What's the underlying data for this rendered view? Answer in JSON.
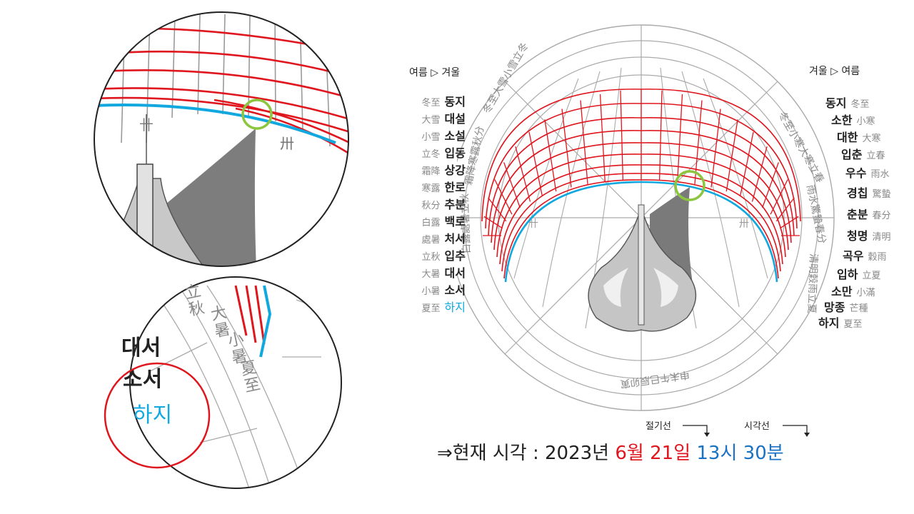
{
  "left_header": "여름 ▷ 겨울",
  "right_header": "겨울 ▷ 여름",
  "left_terms": [
    {
      "hanja": "冬至",
      "korean": "동지"
    },
    {
      "hanja": "大雪",
      "korean": "대설"
    },
    {
      "hanja": "小雪",
      "korean": "소설"
    },
    {
      "hanja": "立冬",
      "korean": "입동"
    },
    {
      "hanja": "霜降",
      "korean": "상강"
    },
    {
      "hanja": "寒露",
      "korean": "한로"
    },
    {
      "hanja": "秋分",
      "korean": "추분"
    },
    {
      "hanja": "白露",
      "korean": "백로"
    },
    {
      "hanja": "處暑",
      "korean": "처서"
    },
    {
      "hanja": "立秋",
      "korean": "입추"
    },
    {
      "hanja": "大暑",
      "korean": "대서"
    },
    {
      "hanja": "小暑",
      "korean": "소서"
    },
    {
      "hanja": "夏至",
      "korean": "하지"
    }
  ],
  "right_terms": [
    {
      "korean": "동지",
      "hanja": "冬至"
    },
    {
      "korean": "소한",
      "hanja": "小寒"
    },
    {
      "korean": "대한",
      "hanja": "大寒"
    },
    {
      "korean": "입춘",
      "hanja": "立春"
    },
    {
      "korean": "우수",
      "hanja": "雨水"
    },
    {
      "korean": "경칩",
      "hanja": "驚蟄"
    },
    {
      "korean": "춘분",
      "hanja": "春分"
    },
    {
      "korean": "청명",
      "hanja": "清明"
    },
    {
      "korean": "곡우",
      "hanja": "穀雨"
    },
    {
      "korean": "입하",
      "hanja": "立夏"
    },
    {
      "korean": "소만",
      "hanja": "小滿"
    },
    {
      "korean": "망종",
      "hanja": "芒種"
    },
    {
      "korean": "하지",
      "hanja": "夏至"
    }
  ],
  "zoom_bottom": {
    "terms": [
      "대서",
      "소서",
      "하지"
    ],
    "hanja_col1": "立秋",
    "hanja_col2": "大暑",
    "hanja_col3": "小暑",
    "hanja_col4": "夏至"
  },
  "labels": {
    "solar_term_line": "절기선",
    "time_line": "시각선"
  },
  "current_time": {
    "prefix": "⇒현재 시각 : 2023년 ",
    "month": "6월",
    "day": "21일",
    "hour": "13시",
    "minute": "30분"
  },
  "colors": {
    "solar_term_lines": "#e0161e",
    "summer_solstice_line": "#11a8e0",
    "highlight_circle_green": "#8cc63f",
    "highlight_circle_red": "#e0161e",
    "time_text": "#1a72c2"
  }
}
